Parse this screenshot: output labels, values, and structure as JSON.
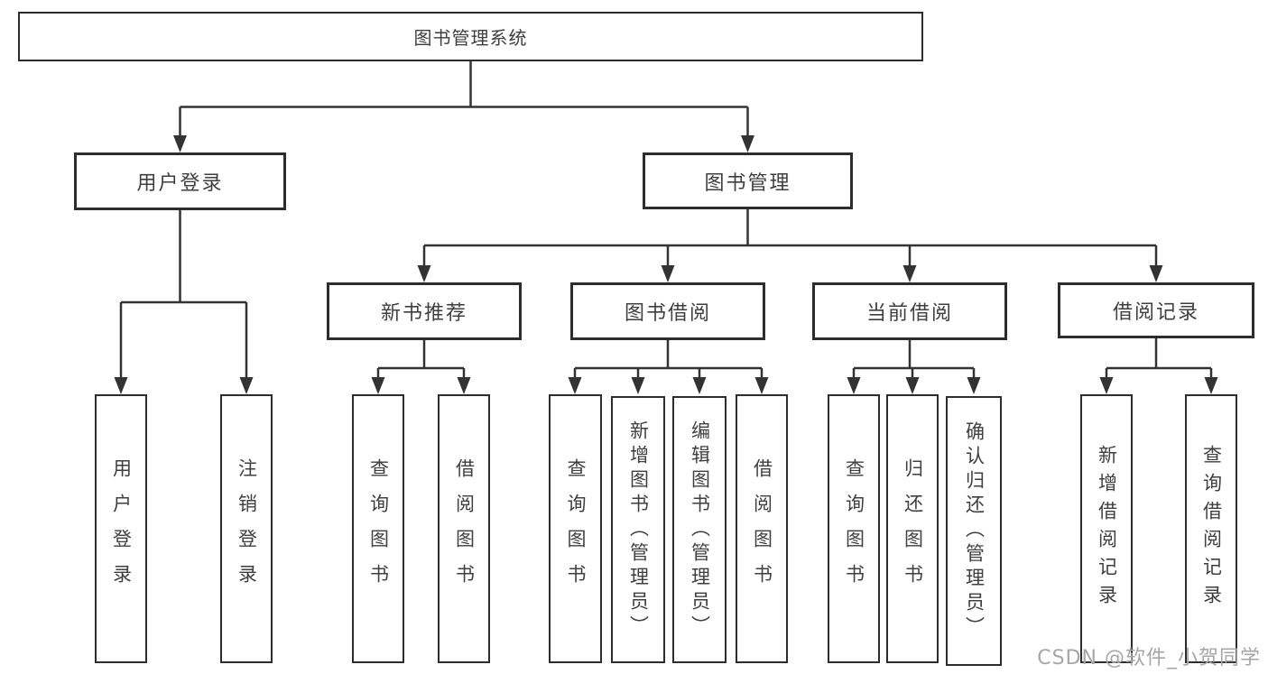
{
  "nodes": {
    "root": "图书管理系统",
    "level2": [
      "用户登录",
      "图书管理"
    ],
    "level3": [
      "新书推荐",
      "图书借阅",
      "当前借阅",
      "借阅记录"
    ],
    "user_login_children": [
      "用户登录",
      "注销登录"
    ],
    "new_book_children": [
      "查询图书",
      "借阅图书"
    ],
    "book_borrow_children": [
      "查询图书",
      "新增图书（管理员）",
      "编辑图书（管理员）",
      "借阅图书"
    ],
    "current_borrow_children": [
      "查询图书",
      "归还图书",
      "确认归还（管理员）"
    ],
    "borrow_record_children": [
      "新增借阅记录",
      "查询借阅记录"
    ]
  },
  "watermark": "CSDN @软件_小贺同学",
  "colors": {
    "line": "#333333",
    "box_border": "#2d2d2d",
    "text": "#3f3f3f",
    "watermark": "#a6a6a6",
    "background": "#ffffff"
  }
}
